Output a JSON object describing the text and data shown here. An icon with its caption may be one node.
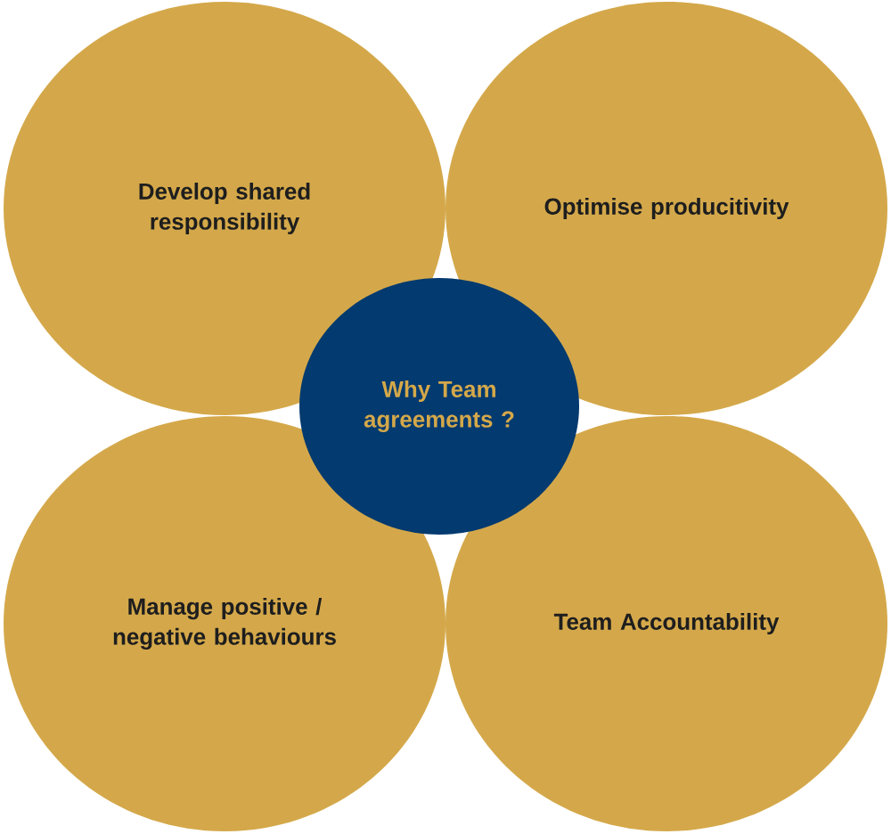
{
  "diagram": {
    "nodes": [
      {
        "text": [
          "Develop shared responsibility"
        ]
      },
      {
        "text": [
          "Optimise producitivity"
        ]
      },
      {
        "text": [
          "Why Team agreements ?"
        ]
      },
      {
        "text": [
          "Manage positive / negative behaviours"
        ]
      },
      {
        "text": [
          "Team Accountability"
        ]
      }
    ]
  }
}
